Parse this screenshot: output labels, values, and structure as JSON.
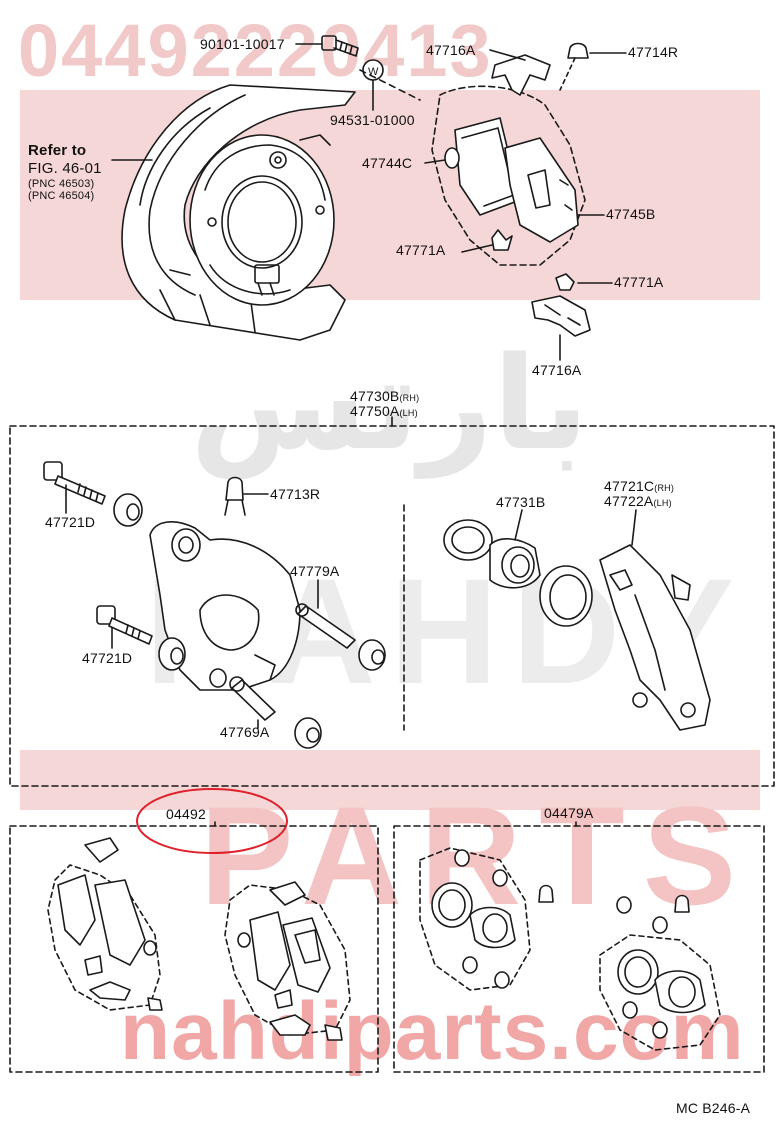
{
  "watermarks": {
    "part_number": "04492220413",
    "arabic": "بارتس",
    "brand": "NAHDY",
    "parts": "PARTS",
    "site": "nahdiparts.com"
  },
  "labels": {
    "bolt_top": "90101-10017",
    "washer": "94531-01000",
    "refer_to": "Refer to",
    "fig_ref": "FIG. 46-01",
    "pnc1": "(PNC 46503)",
    "pnc2": "(PNC 46504)",
    "clip_top": "47716A",
    "boot_top": "47714R",
    "shim_inner": "47744C",
    "pad_outer": "47745B",
    "spring_left": "47771A",
    "spring_right": "47771A",
    "clip_bottom": "47716A",
    "caliper_rh": "47730B",
    "caliper_rh_side": "(RH)",
    "caliper_lh": "47750A",
    "caliper_lh_side": "(LH)",
    "bolt_upper": "47721D",
    "bleeder": "47713R",
    "pin_upper": "47779A",
    "bolt_lower": "47721D",
    "pin_lower": "47769A",
    "piston": "47731B",
    "mount_rh": "47721C",
    "mount_rh_side": "(RH)",
    "mount_lh": "47722A",
    "mount_lh_side": "(LH)",
    "kit_pads": "04492",
    "kit_seals": "04479A",
    "diagram_code": "MC  B246-A"
  },
  "colors": {
    "ink": "#1a1a1a",
    "highlight_circle": "#e0202a",
    "watermark_red": "#f2a7a7",
    "watermark_gray": "#e6e6e6"
  }
}
